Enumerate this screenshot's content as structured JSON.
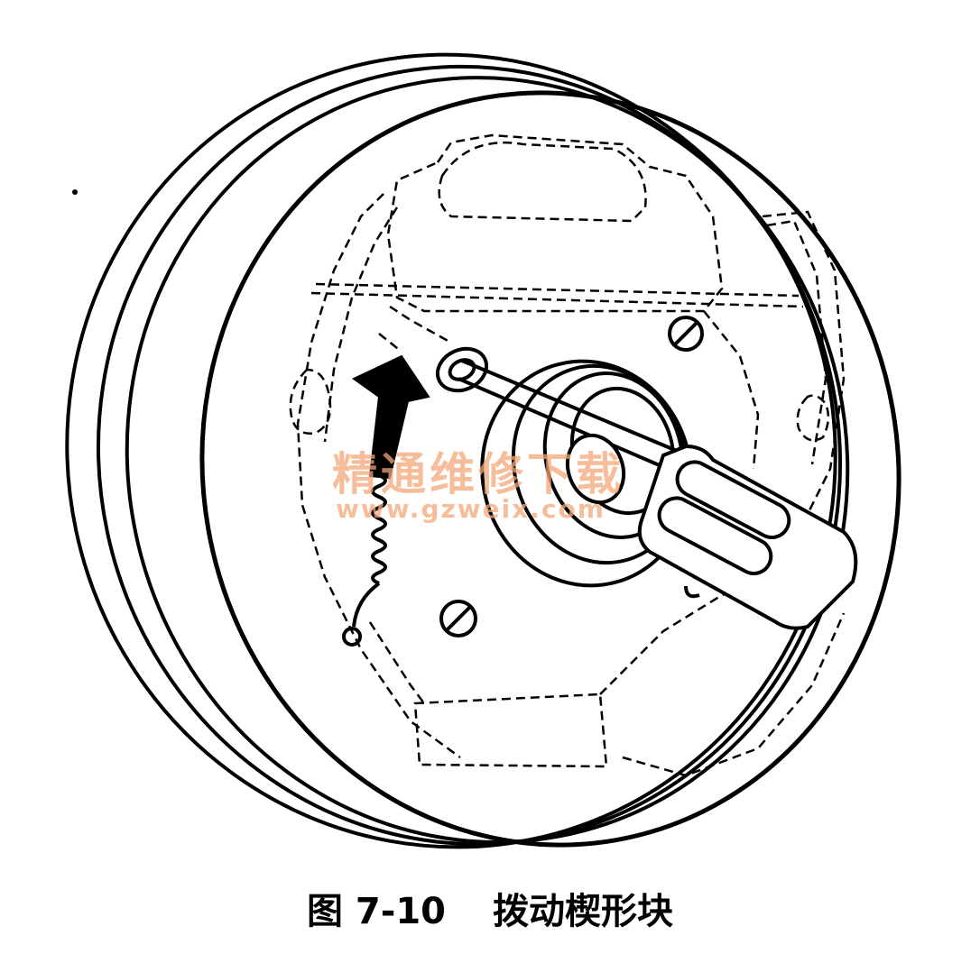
{
  "figure": {
    "number": "图 7-10",
    "title": "拨动楔形块"
  },
  "watermark": {
    "text_cn": "精通维修下载",
    "url": "www.gzweix.com",
    "color": "#f3a77a"
  },
  "illustration": {
    "subject": "brake drum backing plate with screwdriver through adjustment hole",
    "line_color": "#000000"
  }
}
